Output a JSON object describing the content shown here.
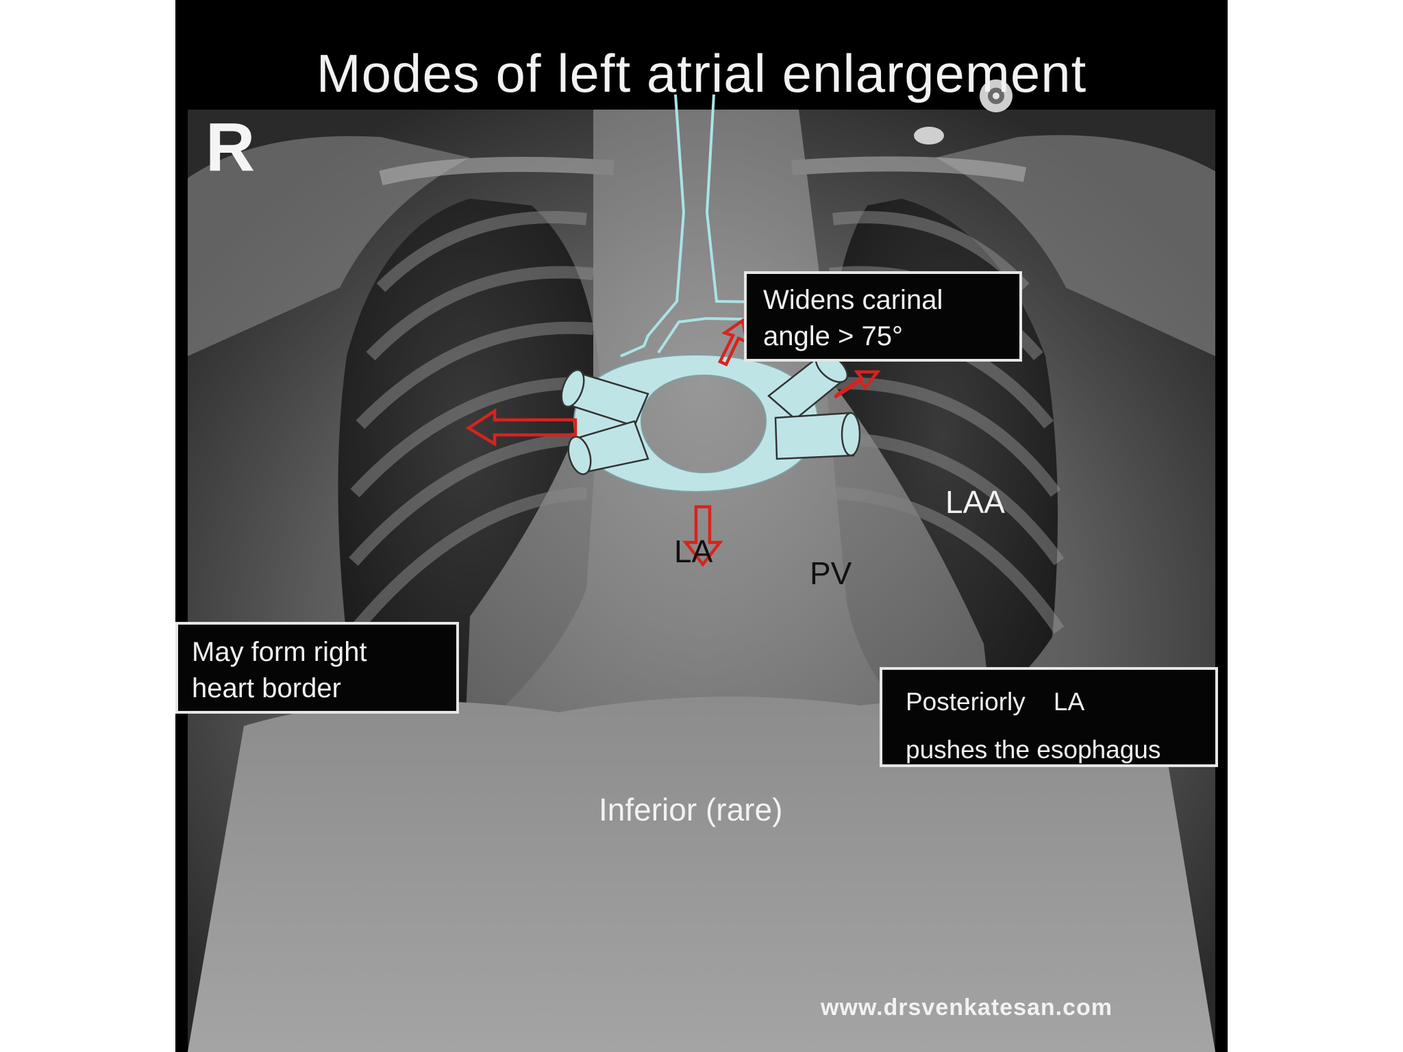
{
  "title": "Modes of left atrial enlargement",
  "side_marker": "R",
  "boxes": {
    "carinal": {
      "line1": "Widens carinal",
      "line2": "angle > 75°"
    },
    "right_border": {
      "line1": "May form right",
      "line2": "heart border"
    },
    "posterior": {
      "line1": "Posteriorly    LA",
      "line2": "pushes the esophagus"
    }
  },
  "labels": {
    "laa": "LAA",
    "la": "LA",
    "pv": "PV",
    "inferior": "Inferior (rare)"
  },
  "watermark": "www.drsvenkatesan.com",
  "colors": {
    "arrow": "#d8231d",
    "atrium_fill": "#bfe4e6",
    "trachea_line": "#a9e3e6"
  }
}
